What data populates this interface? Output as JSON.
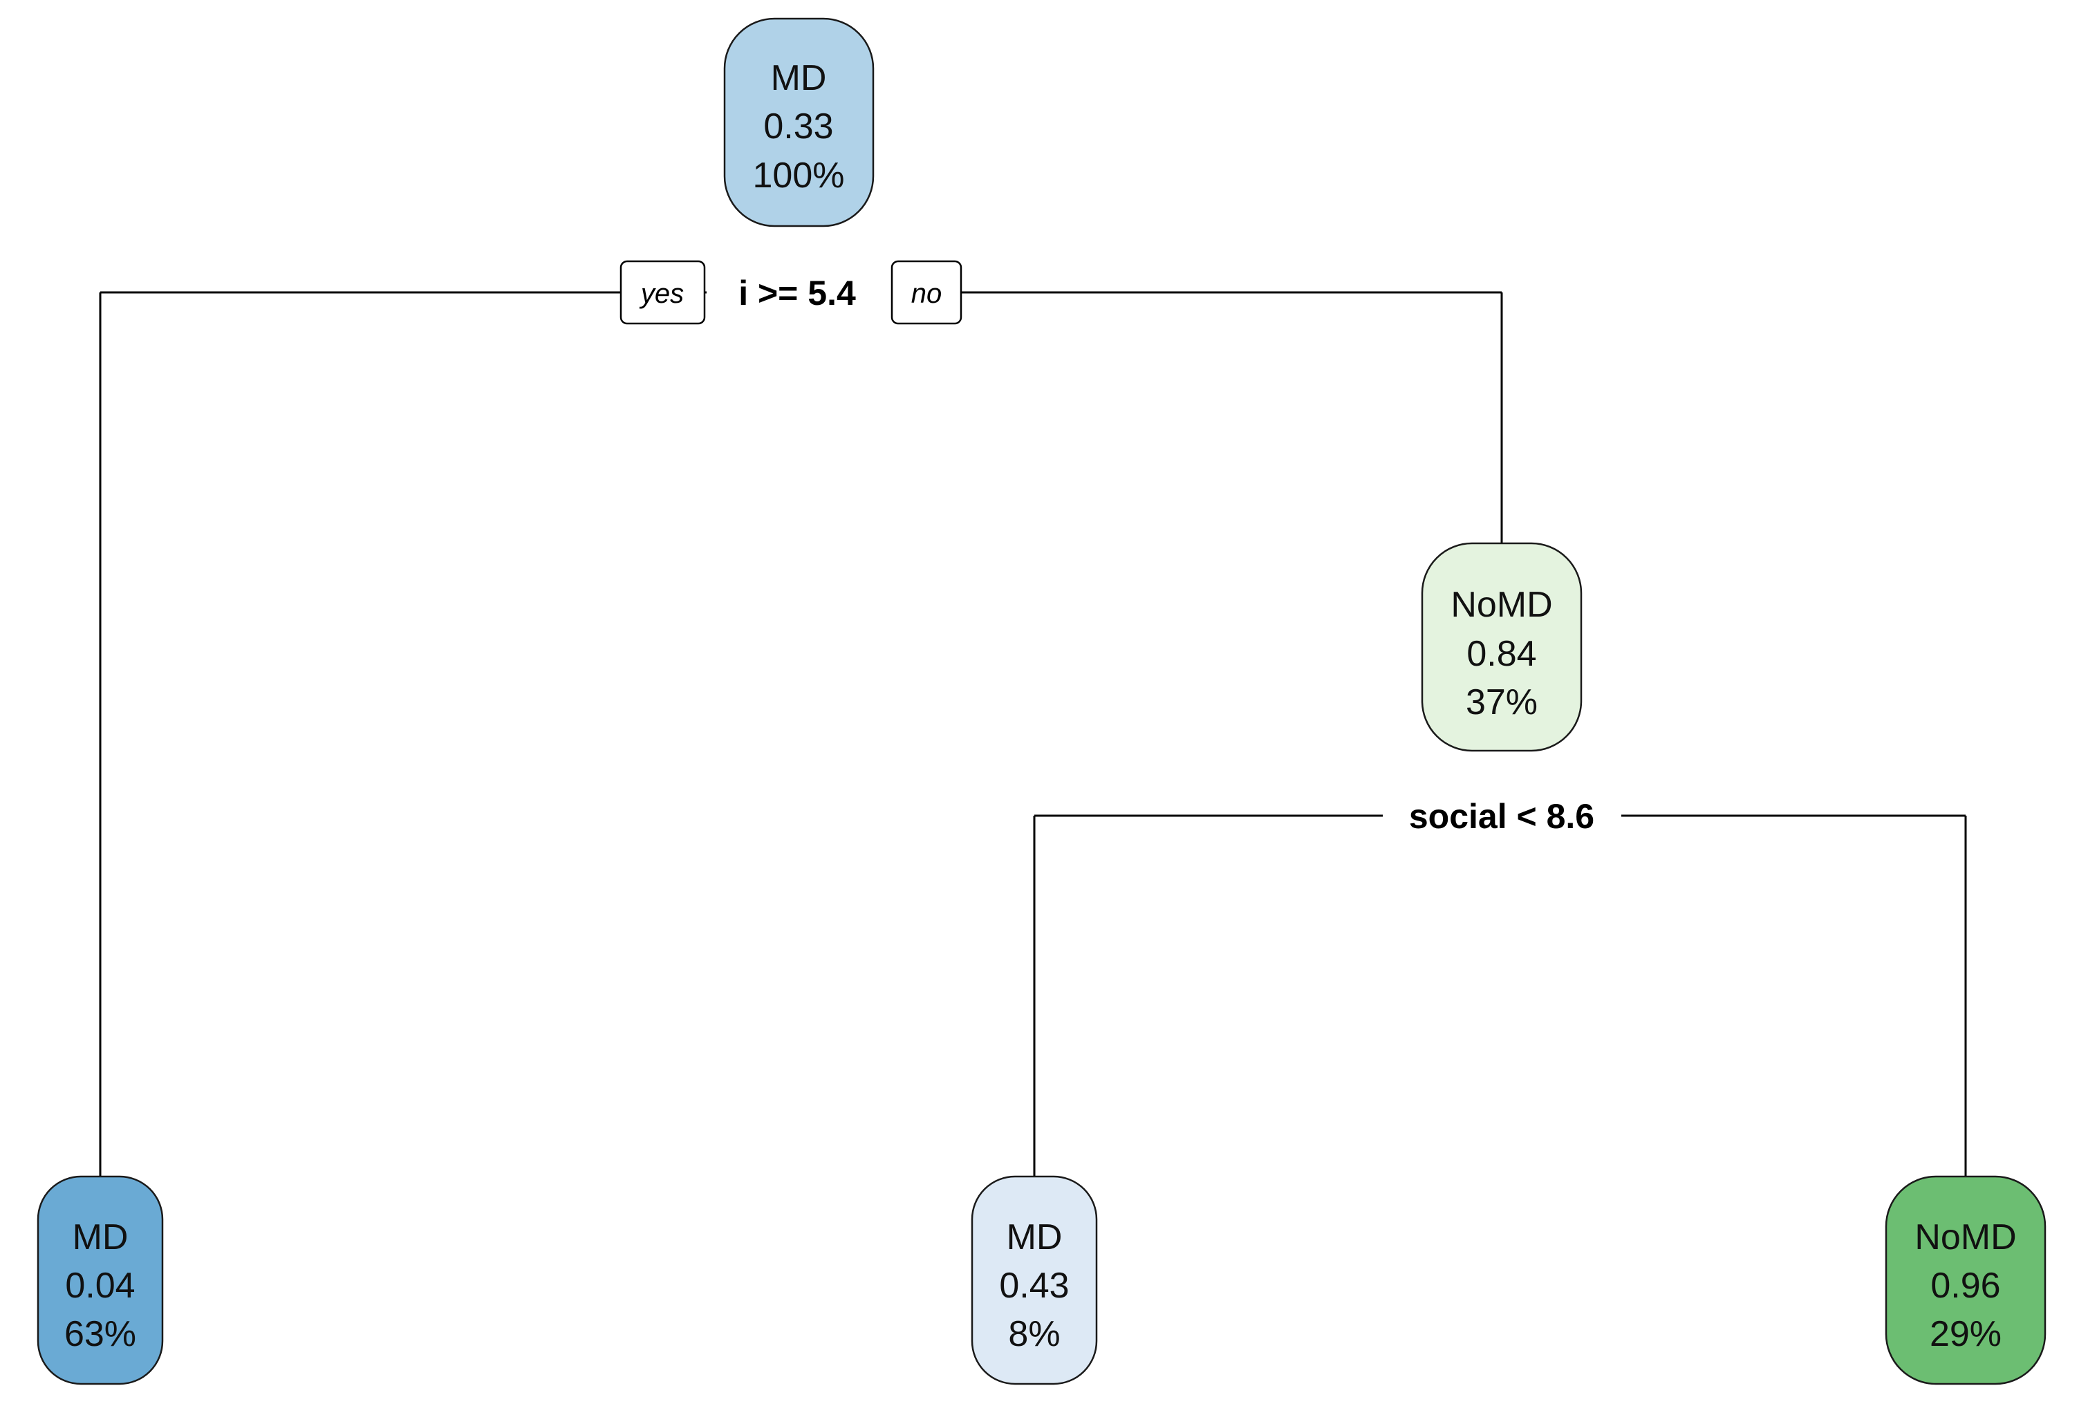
{
  "colors": {
    "md_dark": "#6aaad4",
    "md_mid": "#b0d2e8",
    "md_light": "#dde9f5",
    "nomd_light": "#e4f3df",
    "nomd_dark": "#6cbe72",
    "edge": "#000000"
  },
  "tree": {
    "root": {
      "class": "MD",
      "prob": "0.33",
      "pct": "100%",
      "color": "md_mid"
    },
    "root_split": {
      "label": "i >= 5.4",
      "yes_tag": "yes",
      "no_tag": "no"
    },
    "node_right": {
      "class": "NoMD",
      "prob": "0.84",
      "pct": "37%",
      "color": "nomd_light"
    },
    "right_split": {
      "label": "social < 8.6"
    },
    "leaf_1": {
      "class": "MD",
      "prob": "0.04",
      "pct": "63%",
      "color": "md_dark"
    },
    "leaf_2": {
      "class": "MD",
      "prob": "0.43",
      "pct": "8%",
      "color": "md_light"
    },
    "leaf_3": {
      "class": "NoMD",
      "prob": "0.96",
      "pct": "29%",
      "color": "nomd_dark"
    }
  }
}
